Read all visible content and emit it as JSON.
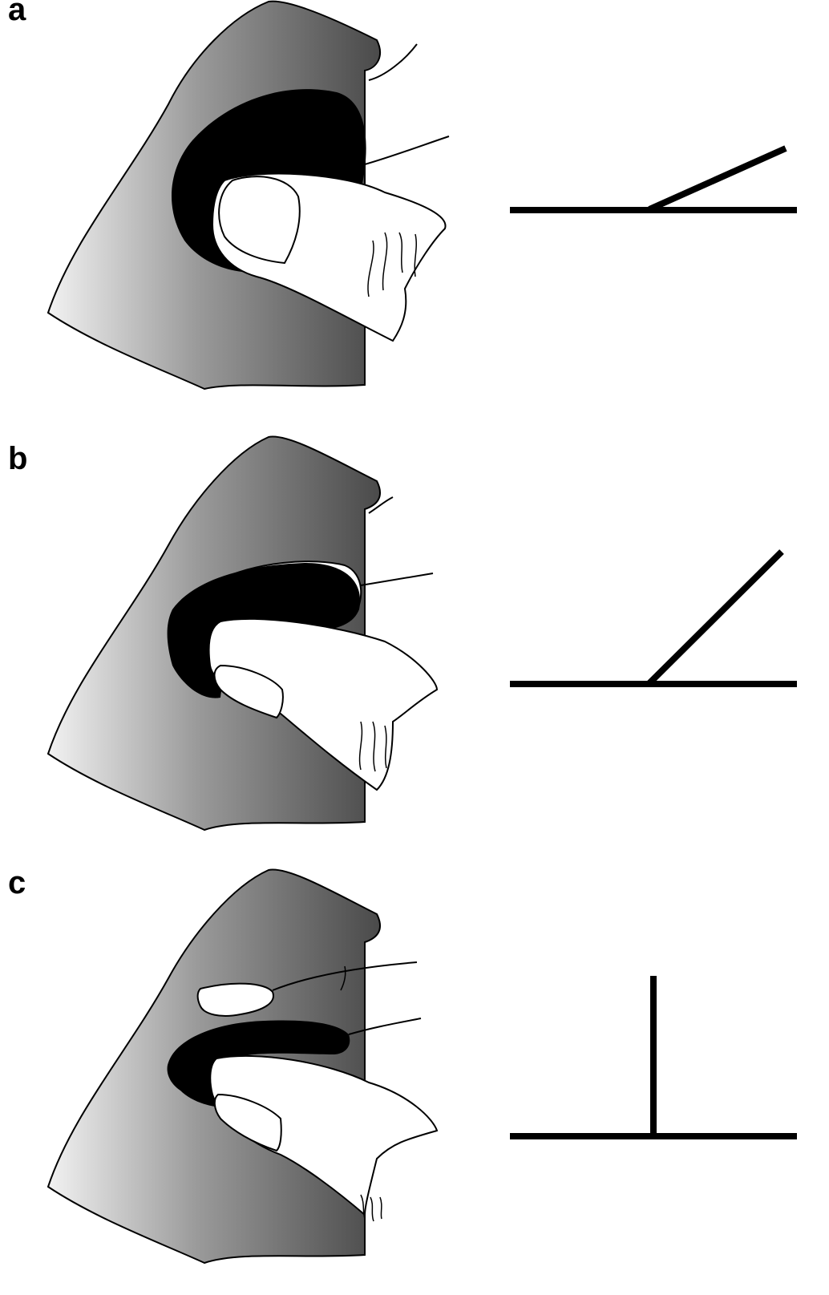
{
  "panels": [
    {
      "label": "a",
      "angle_deg": 20,
      "icon": "thumb-pressing-flap-icon"
    },
    {
      "label": "b",
      "angle_deg": 45,
      "icon": "thumb-lifting-flap-icon"
    },
    {
      "label": "c",
      "angle_deg": 90,
      "icon": "thumb-folding-flap-icon"
    }
  ],
  "colors": {
    "flap_dark": "#4a4a4a",
    "flap_light": "#f2f2f2",
    "pocket": "#000000",
    "line": "#000000"
  }
}
